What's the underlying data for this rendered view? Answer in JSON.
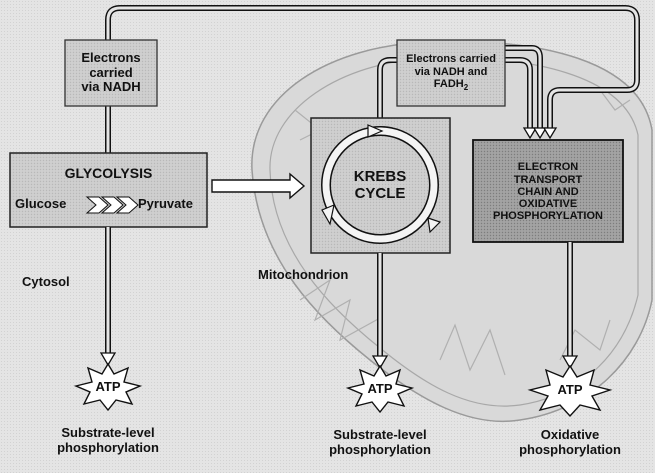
{
  "diagram": {
    "boxes": {
      "nadh_left": {
        "line1": "Electrons",
        "line2": "carried",
        "line3": "via NADH"
      },
      "nadh_fadh_top": {
        "line1": "Electrons carried",
        "line2": "via NADH and",
        "line3": "FADH",
        "line3_sub": "2"
      },
      "glycolysis": {
        "title": "GLYCOLYSIS",
        "from": "Glucose",
        "to": "Pyruvate"
      },
      "krebs": {
        "line1": "KREBS",
        "line2": "CYCLE"
      },
      "etc": {
        "line1": "ELECTRON",
        "line2": "TRANSPORT",
        "line3": "CHAIN AND",
        "line4": "OXIDATIVE",
        "line5": "PHOSPHORYLATION"
      }
    },
    "regions": {
      "cytosol": "Cytosol",
      "mitochondrion": "Mitochondrion"
    },
    "outputs": {
      "left": {
        "atp": "ATP",
        "line1": "Substrate-level",
        "line2": "phosphorylation"
      },
      "middle": {
        "atp": "ATP",
        "line1": "Substrate-level",
        "line2": "phosphorylation"
      },
      "right": {
        "atp": "ATP",
        "line1": "Oxidative",
        "line2": "phosphorylation"
      }
    }
  },
  "colors": {
    "background": "#e4e4e4",
    "box_fill": "#c9c9c9",
    "etc_fill": "#9a9a9a",
    "mito_fill": "#d6d6d6",
    "line": "#111111"
  }
}
